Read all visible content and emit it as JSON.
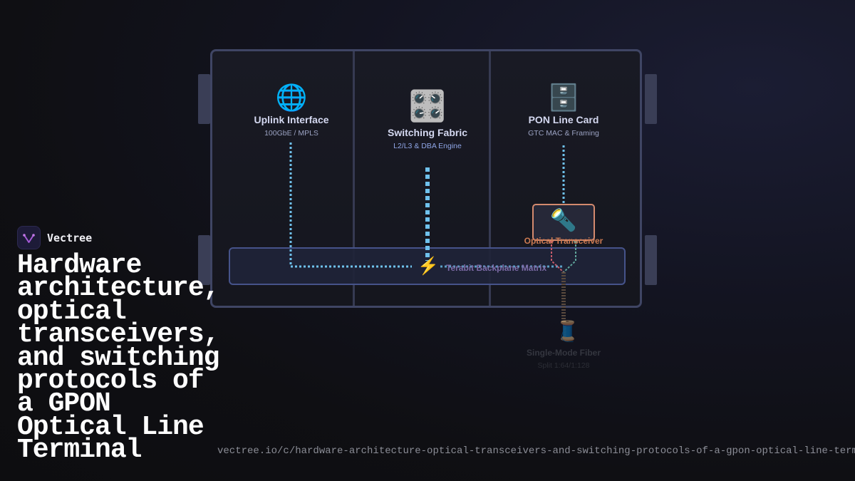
{
  "brand": {
    "name": "Vectree",
    "logo_icon": "vectree-logo-icon"
  },
  "headline": "Hardware architecture, optical transceivers, and switching protocols of a GPON Optical Line Terminal",
  "url": "vectree.io/c/hardware-architecture-optical-transceivers-and-switching-protocols-of-a-gpon-optical-line-terminal",
  "diagram": {
    "modules": [
      {
        "title": "Uplink Interface",
        "subtitle": "100GbE / MPLS",
        "icon": "globe-icon",
        "glyph": "🌐"
      },
      {
        "title": "Switching Fabric",
        "subtitle": "L2/L3 & DBA Engine",
        "icon": "control-knobs-icon",
        "glyph": "🎛️"
      },
      {
        "title": "PON Line Card",
        "subtitle": "GTC MAC & Framing",
        "icon": "file-cabinet-icon",
        "glyph": "🗄️"
      }
    ],
    "backplane": {
      "label": "Terabit Backplane Matrix",
      "icon": "lightning-icon",
      "glyph": "⚡"
    },
    "transceiver": {
      "label": "Optical Transceiver",
      "icon": "flashlight-icon",
      "glyph": "🔦"
    },
    "fiber": {
      "label": "Single-Mode Fiber",
      "subtitle": "Split 1:64/1:128",
      "icon": "thread-spool-icon",
      "glyph": "🧵"
    }
  },
  "colors": {
    "background": "#0f0f13",
    "chassis_border": "#3f4564",
    "link_blue": "#6fc1ec",
    "backplane_link": "#5b9fc4",
    "transceiver_border": "#d48a6e",
    "transceiver_label": "#cc7a52",
    "backplane_label": "#7c6aa6",
    "tx_fiber": "#c55a6a",
    "rx_fiber": "#5fa49a"
  }
}
